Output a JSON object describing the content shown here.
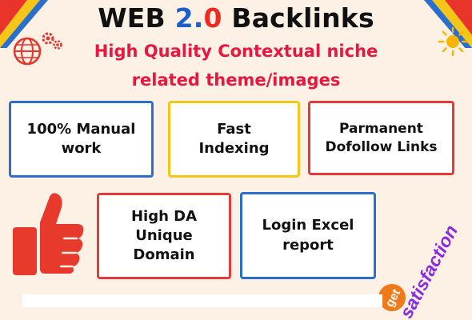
{
  "header": {
    "title_prefix": "WEB ",
    "title_version_major": "2.",
    "title_version_minor": "0",
    "title_suffix": " Backlinks",
    "subtitle_line1": "High Quality  Contextual niche",
    "subtitle_line2": "related theme/images"
  },
  "features": [
    {
      "label": "100% Manual\nwork",
      "border": "blue"
    },
    {
      "label": "Fast\nIndexing",
      "border": "yellow"
    },
    {
      "label": "Parmanent\nDofollow Links",
      "border": "red"
    },
    {
      "label": "High DA\nUnique\nDomain",
      "border": "red"
    },
    {
      "label": "Login  Excel\nreport",
      "border": "blue"
    }
  ],
  "branding": {
    "logo_prefix": "get",
    "logo_word": "satisfaction"
  },
  "icons": [
    "thumbs-up-icon",
    "globe-icon",
    "gear-icon",
    "sun-icon"
  ],
  "colors": {
    "background": "#fdf1e6",
    "accent_red": "#e81740",
    "accent_blue": "#1d5fc9",
    "accent_yellow": "#f5c518",
    "logo_purple": "#8a2be2",
    "logo_orange": "#f07a1a"
  }
}
